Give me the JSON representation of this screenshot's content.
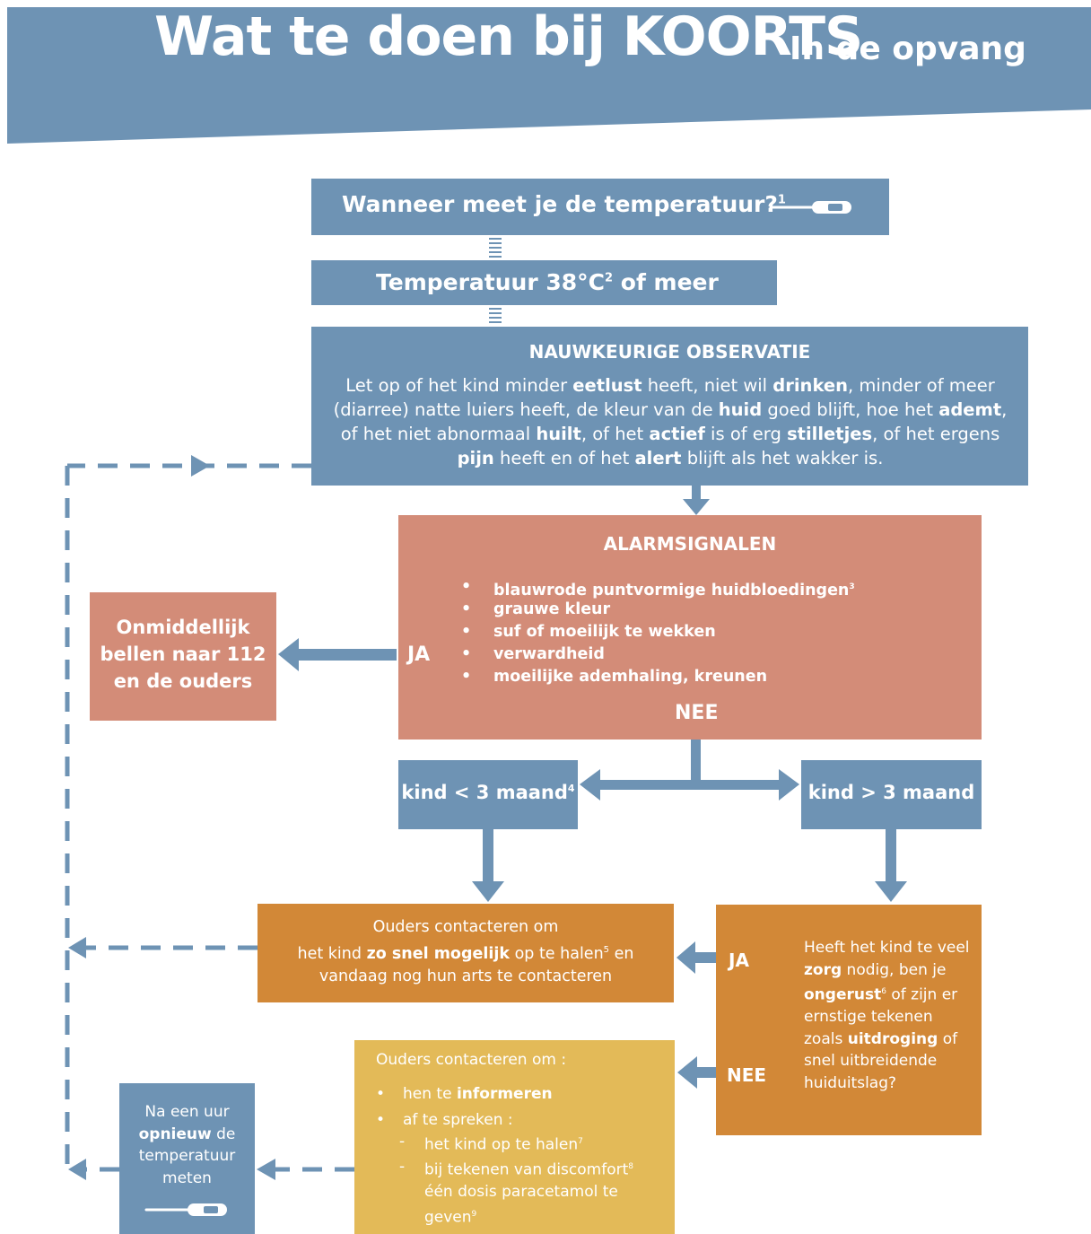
{
  "header": {
    "title": "Wat te doen bij KOORTS",
    "subtitle": "In de opvang",
    "banner_color": "#6e93b4"
  },
  "steps": {
    "when": {
      "text": "Wanneer meet je de temperatuur?",
      "footnote": "1",
      "icon": "thermometer-icon"
    },
    "temp": {
      "text_before": "Temperatuur 38°C",
      "footnote": "2",
      "text_after": "of meer"
    },
    "observation": {
      "title": "NAUWKEURIGE OBSERVATIE",
      "parts": [
        "Let op of het kind minder ",
        "eetlust",
        " heeft, niet wil ",
        "drinken",
        ", minder of meer (diarree) natte luiers heeft, de kleur van de ",
        "huid",
        " goed blijft, hoe het ",
        "ademt",
        ", of het niet abnormaal ",
        "huilt",
        ", of het ",
        "actief",
        " is of erg ",
        "stilletjes",
        ", of het ergens ",
        "pijn",
        " heeft en of het ",
        "alert",
        " blijft als het wakker is."
      ]
    },
    "alarm": {
      "title": "ALARMSIGNALEN",
      "items": [
        "blauwrode puntvormige huidbloedingen",
        "grauwe kleur",
        "suf of moeilijk te wekken",
        "verwardheid",
        "moeilijke ademhaling, kreunen"
      ],
      "item_footnote": "3",
      "yes_label": "JA",
      "no_label": "NEE"
    },
    "emergency": {
      "lines": [
        "Onmiddellijk",
        "bellen naar 112",
        "en de ouders"
      ]
    },
    "age_under": {
      "text": "kind < 3 maand",
      "footnote": "4"
    },
    "age_over": {
      "text": "kind > 3 maand"
    },
    "contact_fast": {
      "line1": "Ouders contacteren om",
      "line2_a": "het kind ",
      "line2_b": "zo snel mogelijk",
      "line2_c": " op te halen",
      "footnote": "5",
      "line2_d": " en",
      "line3": "vandaag nog hun arts te contacteren"
    },
    "question": {
      "yes_label": "JA",
      "no_label": "NEE",
      "parts": [
        "Heeft het kind te veel ",
        "zorg",
        " nodig, ben je ",
        "ongerust",
        " of zijn er ernstige tekenen zoals ",
        "uitdroging",
        " of snel uitbreidende huiduitslag?"
      ],
      "footnote": "6"
    },
    "inform": {
      "title": "Ouders contacteren om :",
      "item1_a": "hen te ",
      "item1_b": "informeren",
      "item2": "af te spreken :",
      "sub1": "het kind op te halen",
      "sub1_fn": "7",
      "sub2_a": "bij tekenen van discomfort",
      "sub2_fn": "8",
      "sub2_b": "één dosis paracetamol te",
      "sub2_c": "geven",
      "sub2_c_fn": "9"
    },
    "remeasure": {
      "line1": "Na een uur",
      "line2_b": "opnieuw",
      "line2_c": " de",
      "line3": "temperatuur",
      "line4": "meten",
      "icon": "thermometer-icon"
    }
  },
  "colors": {
    "blue": "#6e93b4",
    "salmon": "#d38c78",
    "orange": "#d28837",
    "yellow": "#e3ba58"
  }
}
